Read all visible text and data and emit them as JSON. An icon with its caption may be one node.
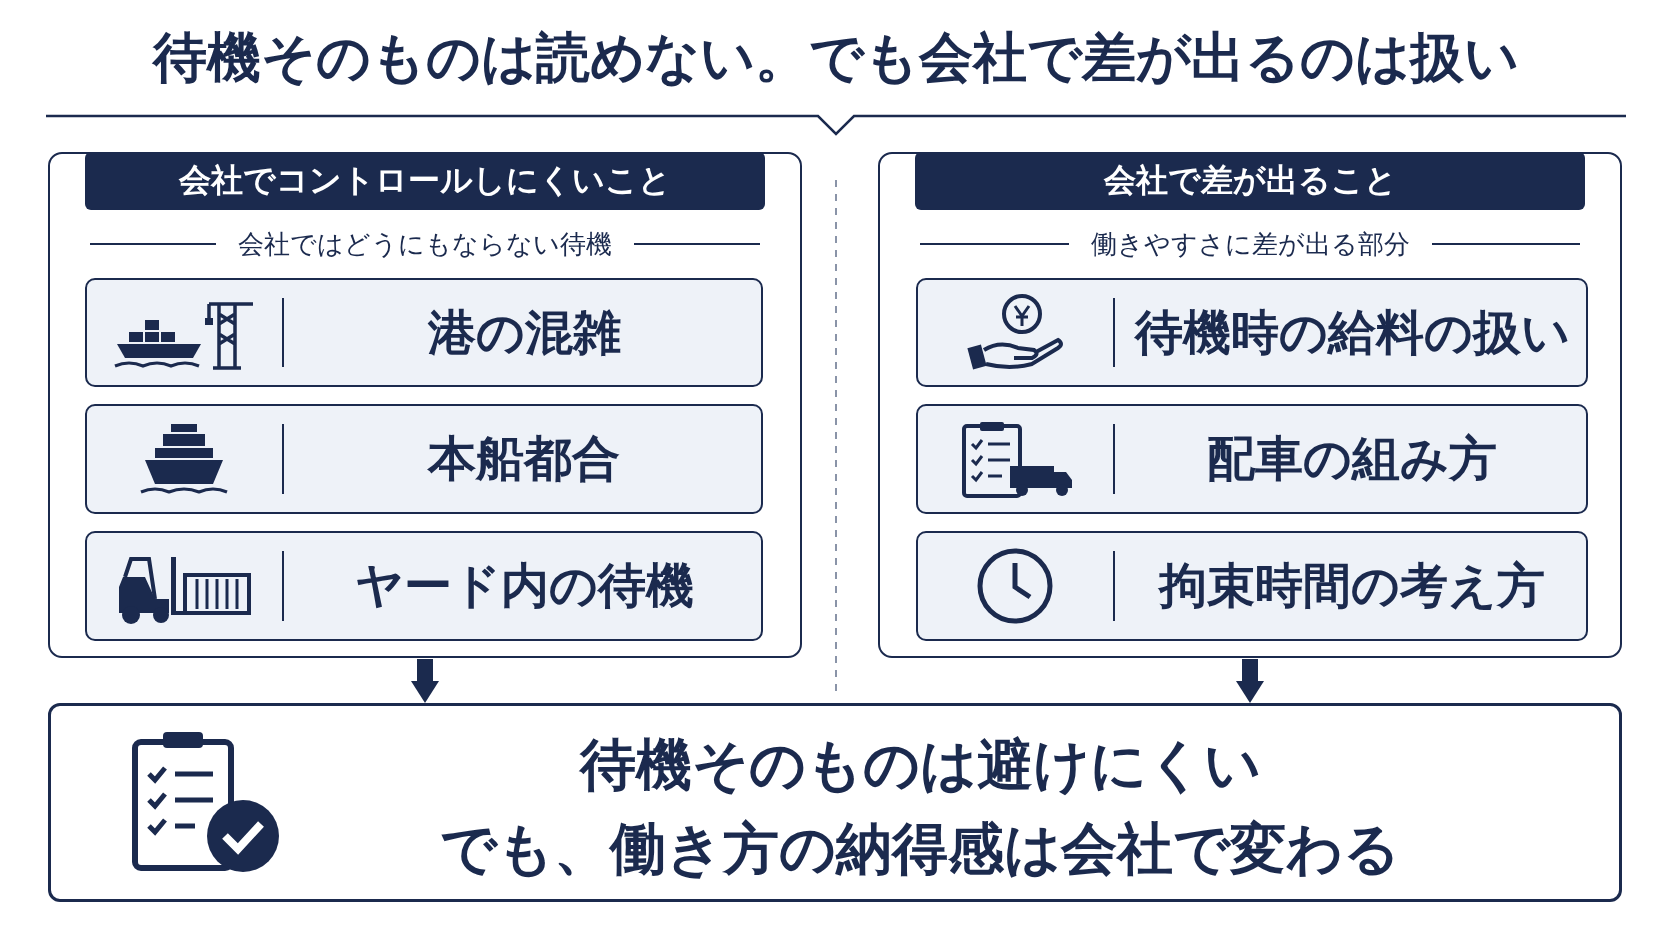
{
  "diagram": {
    "title": "待機そのものは読めない。でも会社で差が出るのは扱い",
    "nodes": [
      {
        "text": [
          "会社でコントロールしにくいこと",
          "会社ではどうにもならない待機"
        ]
      },
      {
        "text": [
          "港の混雑"
        ],
        "in": 0
      },
      {
        "text": [
          "本船都合"
        ],
        "in": 0
      },
      {
        "text": [
          "ヤード内の待機"
        ],
        "in": 0
      },
      {
        "text": [
          "会社で差が出ること",
          "働きやすさに差が出る部分"
        ]
      },
      {
        "text": [
          "待機時の給料の扱い"
        ],
        "in": 4
      },
      {
        "text": [
          "配車の組み方"
        ],
        "in": 4
      },
      {
        "text": [
          "拘束時間の考え方"
        ],
        "in": 4
      },
      {
        "text": [
          "待機そのものは避けにくい",
          "でも、働き方の納得感は会社で変わる"
        ]
      }
    ],
    "edges": [
      {
        "from": 0,
        "to": 8,
        "arrow": "to"
      },
      {
        "from": 4,
        "to": 8,
        "arrow": "to"
      }
    ]
  }
}
